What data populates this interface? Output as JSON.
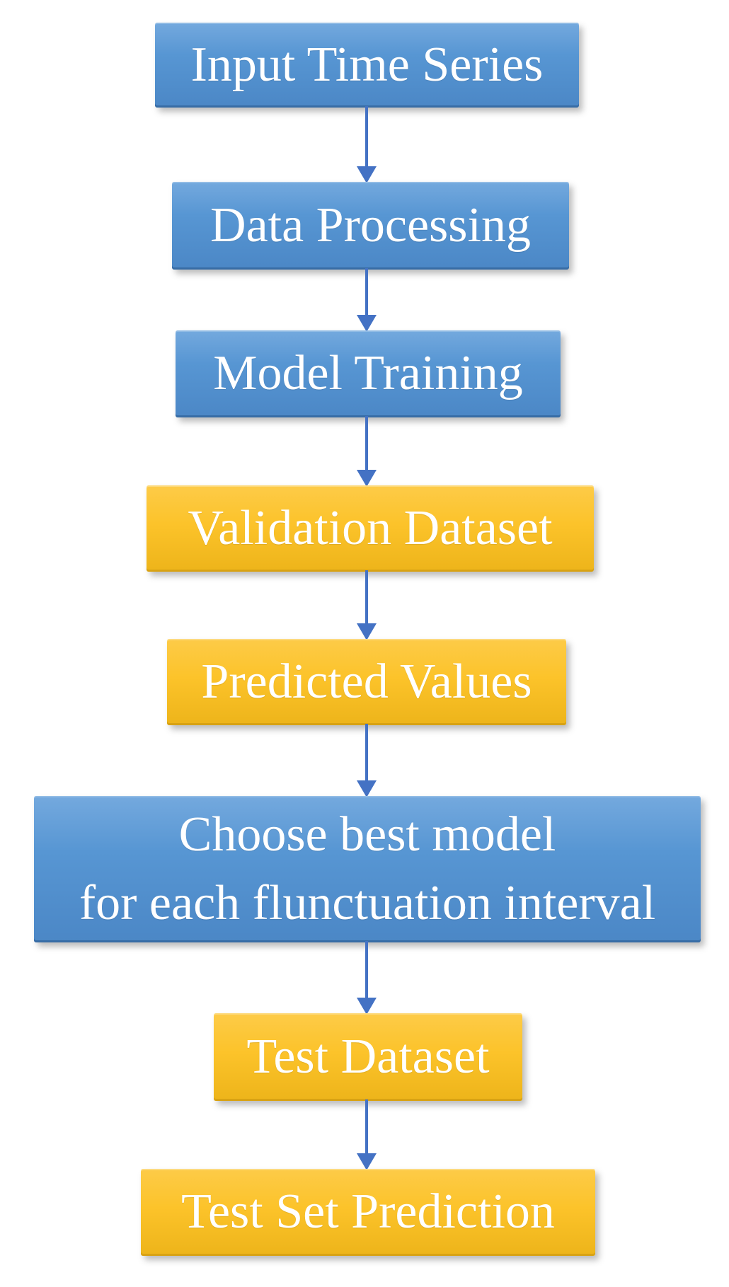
{
  "diagram": {
    "title": "Time series forecasting workflow flowchart",
    "background_color": "#ffffff",
    "arrow_color": "#4472C4",
    "colors": {
      "blue_node_top": "#74a9de",
      "blue_node_bottom": "#4b87c6",
      "yellow_node_top": "#fdcb48",
      "yellow_node_bottom": "#edb41a",
      "node_text": "#ffffff"
    },
    "nodes": [
      {
        "id": "input-time-series",
        "label": "Input Time Series",
        "type": "blue"
      },
      {
        "id": "data-processing",
        "label": "Data Processing",
        "type": "blue"
      },
      {
        "id": "model-training",
        "label": "Model Training",
        "type": "blue"
      },
      {
        "id": "validation-dataset",
        "label": "Validation Dataset",
        "type": "yellow"
      },
      {
        "id": "predicted-values",
        "label": "Predicted Values",
        "type": "yellow"
      },
      {
        "id": "choose-best-model",
        "label": "Choose best model\nfor each flunctuation interval",
        "type": "blue"
      },
      {
        "id": "test-dataset",
        "label": "Test Dataset",
        "type": "yellow"
      },
      {
        "id": "test-set-prediction",
        "label": "Test Set Prediction",
        "type": "yellow"
      }
    ],
    "edges": [
      {
        "from": "input-time-series",
        "to": "data-processing"
      },
      {
        "from": "data-processing",
        "to": "model-training"
      },
      {
        "from": "model-training",
        "to": "validation-dataset"
      },
      {
        "from": "validation-dataset",
        "to": "predicted-values"
      },
      {
        "from": "predicted-values",
        "to": "choose-best-model"
      },
      {
        "from": "choose-best-model",
        "to": "test-dataset"
      },
      {
        "from": "test-dataset",
        "to": "test-set-prediction"
      }
    ]
  }
}
